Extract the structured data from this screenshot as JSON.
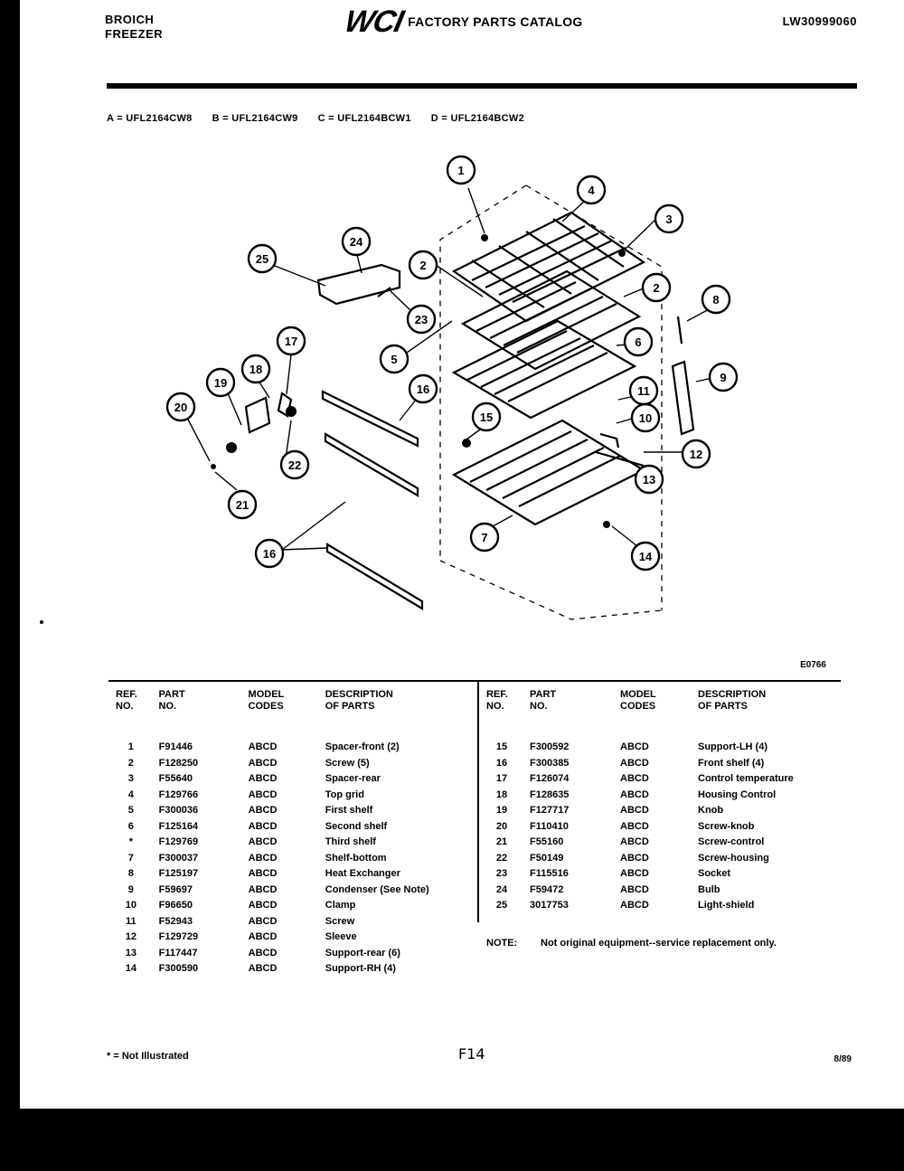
{
  "header": {
    "brand_line1": "BROICH",
    "brand_line2": "FREEZER",
    "logo": "WCI",
    "catalog_title": "FACTORY PARTS CATALOG",
    "catalog_number": "LW30999060"
  },
  "models": [
    "A = UFL2164CW8",
    "B = UFL2164CW9",
    "C = UFL2164BCW1",
    "D = UFL2164BCW2"
  ],
  "diagram": {
    "code": "E0766",
    "callouts": [
      "1",
      "2",
      "2",
      "3",
      "4",
      "5",
      "6",
      "7",
      "8",
      "9",
      "10",
      "11",
      "12",
      "13",
      "14",
      "15",
      "16",
      "16",
      "17",
      "18",
      "19",
      "20",
      "21",
      "22",
      "23",
      "24",
      "25"
    ]
  },
  "table": {
    "headers": {
      "ref_line1": "REF.",
      "ref_line2": "NO.",
      "part_line1": "PART",
      "part_line2": "NO.",
      "model_line1": "MODEL",
      "model_line2": "CODES",
      "desc_line1": "DESCRIPTION",
      "desc_line2": "OF PARTS"
    },
    "left_rows": [
      {
        "ref": "1",
        "part": "F91446",
        "model": "ABCD",
        "desc": "Spacer-front (2)"
      },
      {
        "ref": "2",
        "part": "F128250",
        "model": "ABCD",
        "desc": "Screw (5)"
      },
      {
        "ref": "3",
        "part": "F55640",
        "model": "ABCD",
        "desc": "Spacer-rear"
      },
      {
        "ref": "4",
        "part": "F129766",
        "model": "ABCD",
        "desc": "Top grid"
      },
      {
        "ref": "5",
        "part": "F300036",
        "model": "ABCD",
        "desc": "First shelf"
      },
      {
        "ref": "6",
        "part": "F125164",
        "model": "ABCD",
        "desc": "Second shelf"
      },
      {
        "ref": "*",
        "part": "F129769",
        "model": "ABCD",
        "desc": "Third shelf"
      },
      {
        "ref": "7",
        "part": "F300037",
        "model": "ABCD",
        "desc": "Shelf-bottom"
      },
      {
        "ref": "8",
        "part": "F125197",
        "model": "ABCD",
        "desc": "Heat Exchanger"
      },
      {
        "ref": "9",
        "part": "F59697",
        "model": "ABCD",
        "desc": "Condenser (See Note)"
      },
      {
        "ref": "10",
        "part": "F96650",
        "model": "ABCD",
        "desc": "Clamp"
      },
      {
        "ref": "11",
        "part": "F52943",
        "model": "ABCD",
        "desc": "Screw"
      },
      {
        "ref": "12",
        "part": "F129729",
        "model": "ABCD",
        "desc": "Sleeve"
      },
      {
        "ref": "13",
        "part": "F117447",
        "model": "ABCD",
        "desc": "Support-rear (6)"
      },
      {
        "ref": "14",
        "part": "F300590",
        "model": "ABCD",
        "desc": "Support-RH (4)"
      }
    ],
    "right_rows": [
      {
        "ref": "15",
        "part": "F300592",
        "model": "ABCD",
        "desc": "Support-LH (4)"
      },
      {
        "ref": "16",
        "part": "F300385",
        "model": "ABCD",
        "desc": "Front shelf (4)"
      },
      {
        "ref": "17",
        "part": "F126074",
        "model": "ABCD",
        "desc": "Control temperature"
      },
      {
        "ref": "18",
        "part": "F128635",
        "model": "ABCD",
        "desc": "Housing Control"
      },
      {
        "ref": "19",
        "part": "F127717",
        "model": "ABCD",
        "desc": "Knob"
      },
      {
        "ref": "20",
        "part": "F110410",
        "model": "ABCD",
        "desc": "Screw-knob"
      },
      {
        "ref": "21",
        "part": "F55160",
        "model": "ABCD",
        "desc": "Screw-control"
      },
      {
        "ref": "22",
        "part": "F50149",
        "model": "ABCD",
        "desc": "Screw-housing"
      },
      {
        "ref": "23",
        "part": "F115516",
        "model": "ABCD",
        "desc": "Socket"
      },
      {
        "ref": "24",
        "part": "F59472",
        "model": "ABCD",
        "desc": "Bulb"
      },
      {
        "ref": "25",
        "part": "3017753",
        "model": "ABCD",
        "desc": "Light-shield"
      }
    ],
    "note_label": "NOTE:",
    "note_text": "Not original equipment--service replacement only."
  },
  "footer": {
    "legend": "* = Not Illustrated",
    "page": "F14",
    "date": "8/89"
  }
}
